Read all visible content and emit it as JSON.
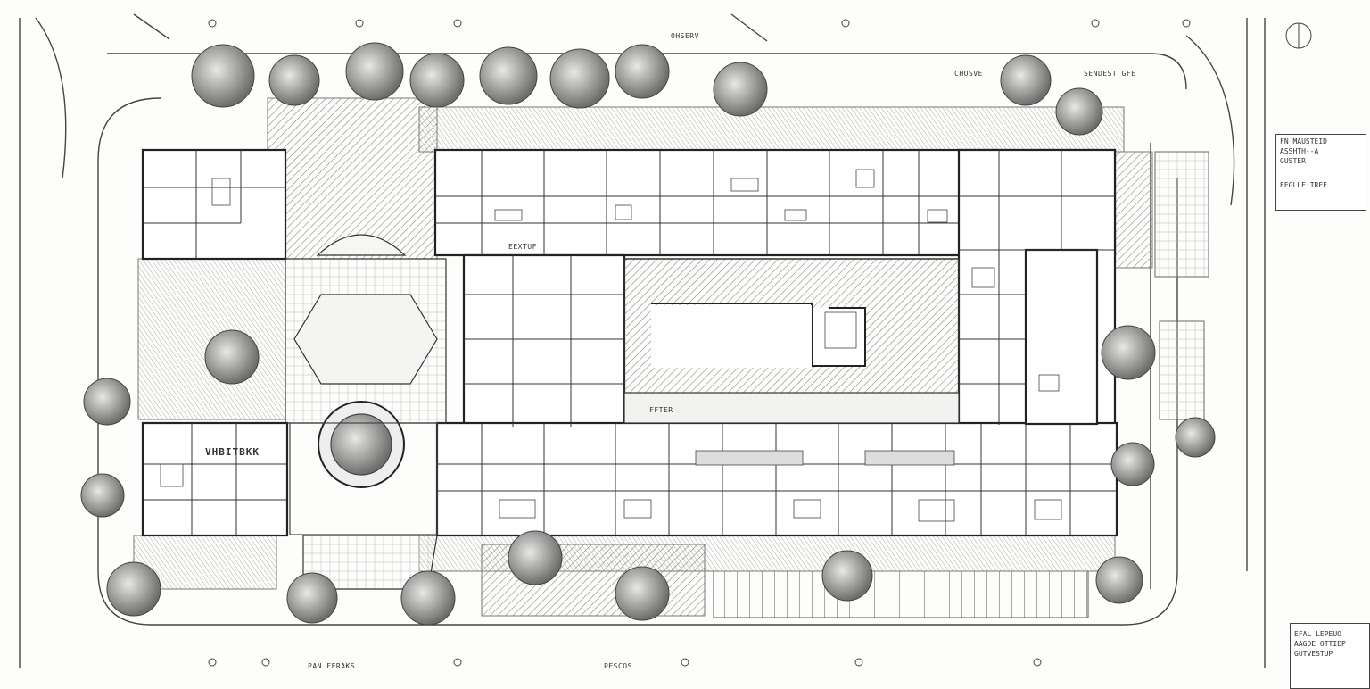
{
  "drawing": {
    "labels": {
      "top_street": "OHSERV",
      "top_mid": "CHOSVE",
      "top_right": "SENDEST GFE",
      "center_wing": "EEXTUF",
      "courtyard": "FFTER",
      "west_wing": "VHBITBKK",
      "bottom_left": "PAN FERAKS",
      "bottom_mid": "PESCOS"
    },
    "legend_top": [
      "FN MAUSTEID",
      "ASSHTH--A",
      "GUSTER",
      "EEGLLE:TREF"
    ],
    "legend_bottom": [
      "EFAL LEPEUO",
      "AAGDE OTTIEP",
      "GUTVESTUP"
    ]
  },
  "colors": {
    "ink": "#333333",
    "hatch": "#8a8a8a",
    "paper": "#fdfdfc",
    "shade": "#d9d9d6"
  }
}
